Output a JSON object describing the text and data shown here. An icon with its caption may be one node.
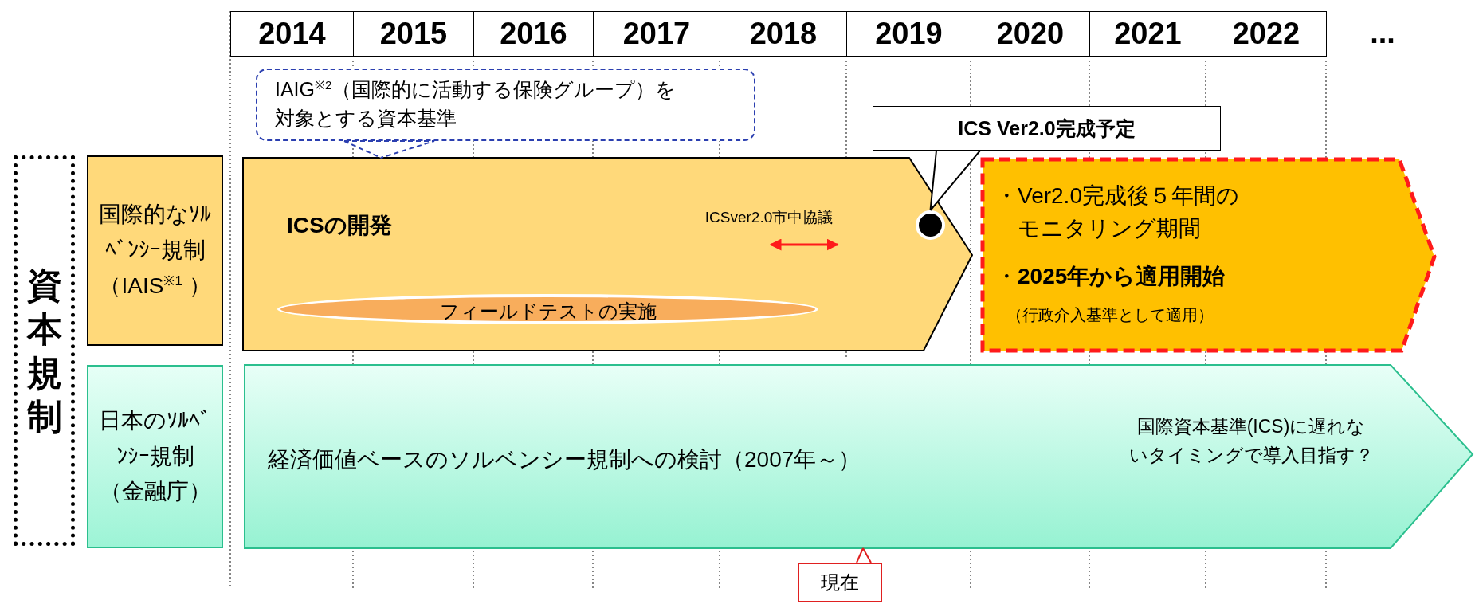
{
  "diagram": {
    "nodes": [
      {
        "text": [
          "資本規制"
        ]
      },
      {
        "text": [
          "国際的なｿﾙﾍﾞﾝｼｰ規制（IAIS$^{※1}$ ）"
        ]
      },
      {
        "text": [
          "ICSの開発",
          "ICSver2.0市中協議"
        ]
      },
      {
        "text": [
          "フィールドテストの実施"
        ],
        "in": 2
      },
      {
        "text": [],
        "shape": "circle",
        "in": 2
      },
      {
        "text": [
          "IAIG$^{※2}$（国際的に活動する保険グループ）を対象とする資本基準"
        ]
      },
      {
        "text": [
          "ICS Ver2.0完成予定"
        ]
      },
      {
        "text": [
          "・Ver2.0完成後５年間のモニタリング期間",
          "・**2025年から適用開始**",
          "（行政介入基準として適用）"
        ]
      },
      {
        "text": [
          "日本のｿﾙﾍﾞﾝｼｰ規制（金融庁）"
        ]
      },
      {
        "text": [
          "経済価値ベースのソルベンシー規制への検討（2007年～）",
          "国際資本基準(ICS)に遅れないタイミングで導入目指す？"
        ]
      },
      {
        "text": [
          "現在"
        ]
      }
    ],
    "edges": [
      {
        "from": 5,
        "to": 2,
        "arrow": "none",
        "style": "dashed",
        "color": "#2b3fb0"
      },
      {
        "from": 6,
        "to": 4,
        "arrow": "none",
        "color": "#000000"
      },
      {
        "from": 10,
        "to": 9,
        "arrow": "none",
        "color": "#e02020"
      }
    ],
    "labels": [
      "2014",
      "2015",
      "2016",
      "2017",
      "2018",
      "2019",
      "2020",
      "2021",
      "2022",
      "..."
    ]
  }
}
